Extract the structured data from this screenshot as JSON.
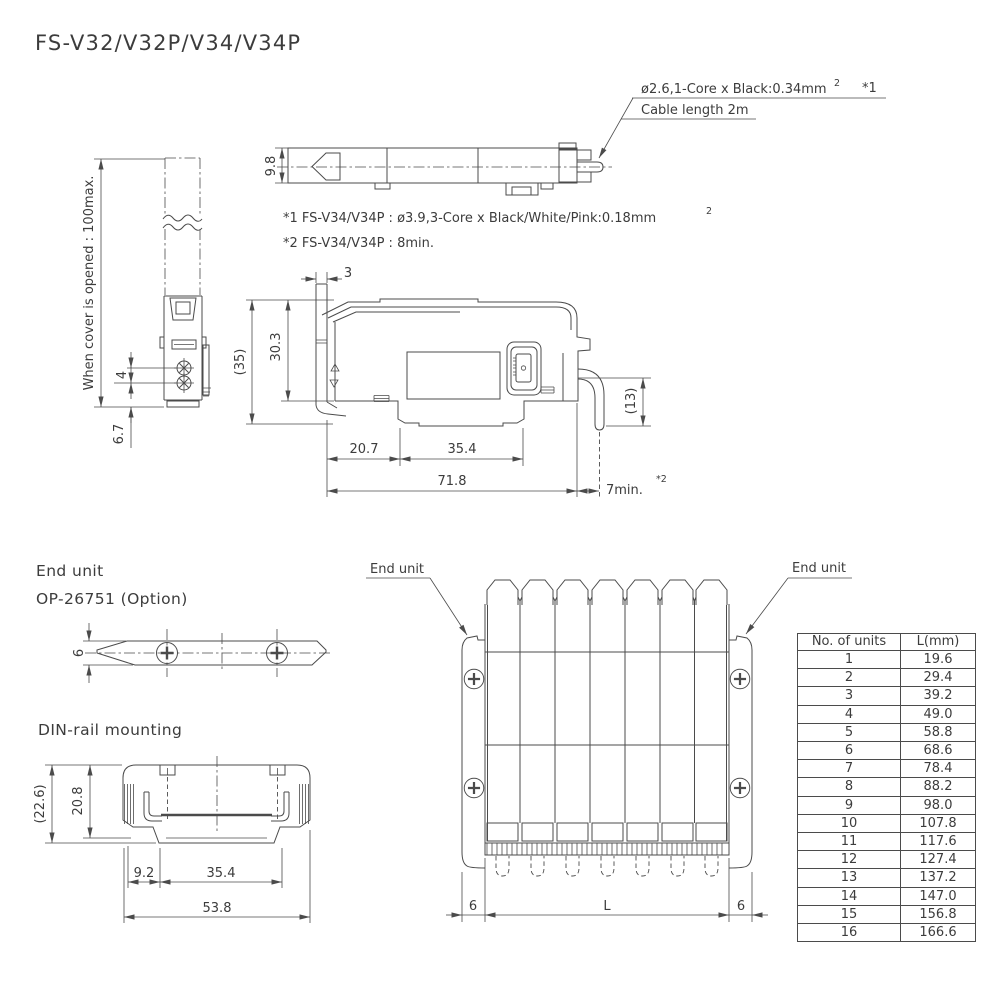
{
  "title": "FS-V32/V32P/V34/V34P",
  "callout": {
    "line1": "ø2.6,1-Core x Black:0.34mm",
    "line1_sup": "2",
    "ref1": "*1",
    "line2": "Cable length 2m"
  },
  "notes": {
    "note1": "*1 FS-V34/V34P : ø3.9,3-Core x Black/White/Pink:0.18mm",
    "note1_sup": "2",
    "note2": "*2 FS-V34/V34P : 8min."
  },
  "top_view": {
    "dim_height": "9.8"
  },
  "front_view": {
    "cover_label": "When cover is opened : 100max.",
    "dim_pitch": "4",
    "dim_offset": "6.7"
  },
  "side_view": {
    "dim_cover_thickness": "3",
    "dim_total_height": "(35)",
    "dim_body_height": "30.3",
    "dim_cable_bend": "(13)",
    "dim_front": "20.7",
    "dim_rail_slot": "35.4",
    "dim_length": "71.8",
    "dim_clearance": "7min.",
    "dim_clearance_ref": "*2"
  },
  "end_unit": {
    "title_line1": "End unit",
    "title_line2": "OP-26751 (Option)",
    "dim_thickness": "6"
  },
  "din_rail": {
    "title": "DIN-rail mounting",
    "dim_total_height": "(22.6)",
    "dim_body_height": "20.8",
    "dim_offset": "9.2",
    "dim_rail": "35.4",
    "dim_width": "53.8"
  },
  "gang_view": {
    "label_left": "End unit",
    "label_right": "End unit",
    "dim_left": "6",
    "dim_center": "L",
    "dim_right": "6"
  },
  "table": {
    "headers": [
      "No. of units",
      "L(mm)"
    ],
    "rows": [
      [
        "1",
        "19.6"
      ],
      [
        "2",
        "29.4"
      ],
      [
        "3",
        "39.2"
      ],
      [
        "4",
        "49.0"
      ],
      [
        "5",
        "58.8"
      ],
      [
        "6",
        "68.6"
      ],
      [
        "7",
        "78.4"
      ],
      [
        "8",
        "88.2"
      ],
      [
        "9",
        "98.0"
      ],
      [
        "10",
        "107.8"
      ],
      [
        "11",
        "117.6"
      ],
      [
        "12",
        "127.4"
      ],
      [
        "13",
        "137.2"
      ],
      [
        "14",
        "147.0"
      ],
      [
        "15",
        "156.8"
      ],
      [
        "16",
        "166.6"
      ]
    ]
  },
  "colors": {
    "line": "#4b4b4b",
    "text": "#3c3c3c",
    "bg": "#ffffff"
  }
}
